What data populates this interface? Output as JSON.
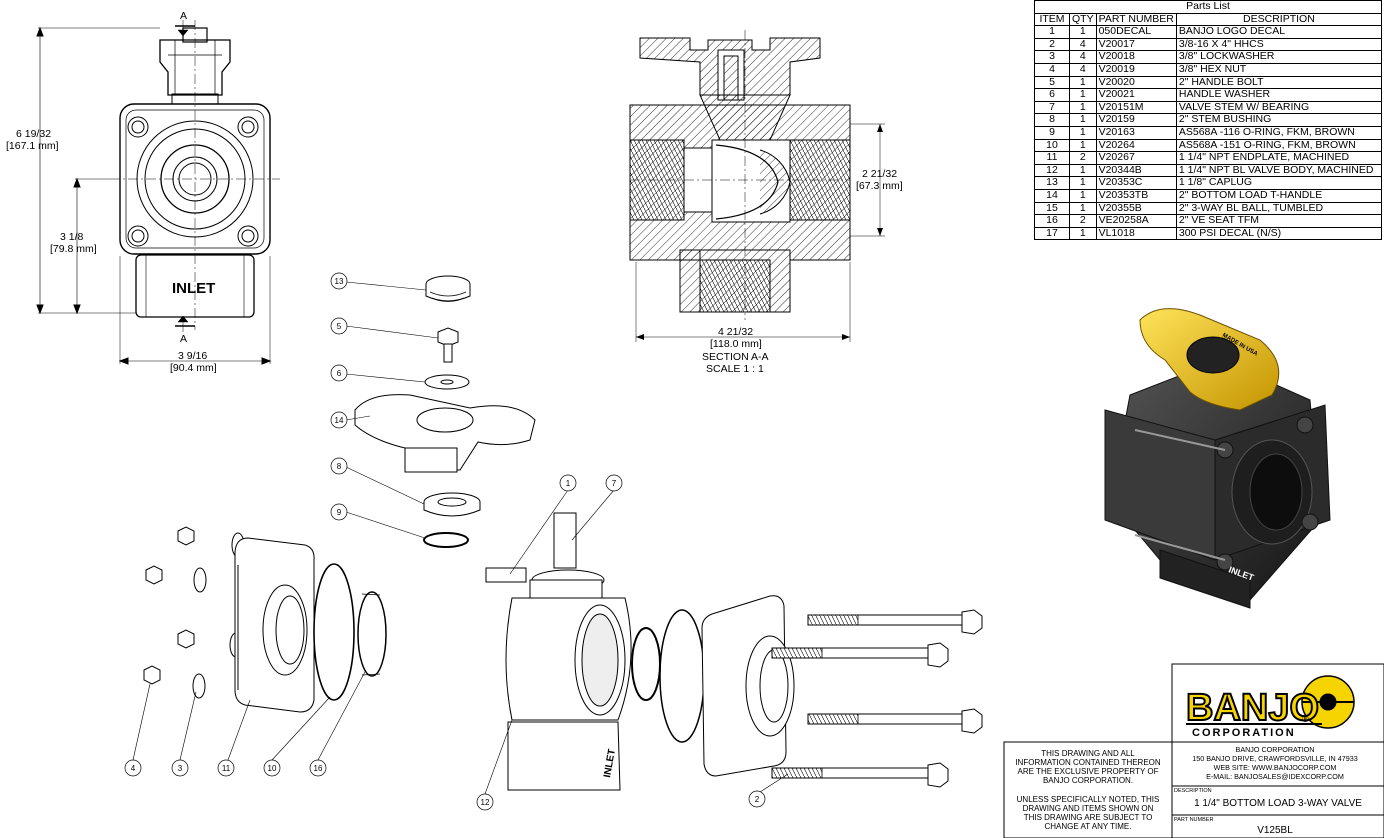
{
  "views": {
    "front": {
      "section_letter_top": "A",
      "section_letter_bottom": "A",
      "inlet_label": "INLET",
      "dim_height": "6 19/32",
      "dim_height_mm": "[167.1 mm]",
      "dim_center": "3 1/8",
      "dim_center_mm": "[79.8 mm]",
      "dim_width": "3 9/16",
      "dim_width_mm": "[90.4 mm]"
    },
    "section": {
      "dim_right": "2 21/32",
      "dim_right_mm": "[67.3 mm]",
      "dim_bottom": "4 21/32",
      "dim_bottom_mm": "[118.0 mm]",
      "title": "SECTION A-A",
      "scale": "SCALE 1 : 1"
    }
  },
  "balloons": [
    "13",
    "5",
    "6",
    "14",
    "8",
    "9",
    "1",
    "7",
    "4",
    "3",
    "11",
    "10",
    "16",
    "12",
    "2"
  ],
  "parts_list": {
    "title": "Parts List",
    "headers": [
      "ITEM",
      "QTY",
      "PART NUMBER",
      "DESCRIPTION"
    ],
    "rows": [
      [
        "1",
        "1",
        "050DECAL",
        "BANJO LOGO DECAL"
      ],
      [
        "2",
        "4",
        "V20017",
        "3/8-16 X 4\" HHCS"
      ],
      [
        "3",
        "4",
        "V20018",
        "3/8\" LOCKWASHER"
      ],
      [
        "4",
        "4",
        "V20019",
        "3/8\" HEX NUT"
      ],
      [
        "5",
        "1",
        "V20020",
        "2\" HANDLE BOLT"
      ],
      [
        "6",
        "1",
        "V20021",
        "HANDLE WASHER"
      ],
      [
        "7",
        "1",
        "V20151M",
        "VALVE STEM W/ BEARING"
      ],
      [
        "8",
        "1",
        "V20159",
        "2\" STEM BUSHING"
      ],
      [
        "9",
        "1",
        "V20163",
        "AS568A -116 O-RING, FKM, BROWN"
      ],
      [
        "10",
        "1",
        "V20264",
        "AS568A -151 O-RING, FKM, BROWN"
      ],
      [
        "11",
        "2",
        "V20267",
        "1 1/4\" NPT ENDPLATE, MACHINED"
      ],
      [
        "12",
        "1",
        "V20344B",
        "1 1/4\" NPT BL VALVE BODY, MACHINED"
      ],
      [
        "13",
        "1",
        "V20353C",
        "1 1/8\" CAPLUG"
      ],
      [
        "14",
        "1",
        "V20353TB",
        "2\" BOTTOM LOAD T-HANDLE"
      ],
      [
        "15",
        "1",
        "V20355B",
        "2\" 3-WAY BL BALL, TUMBLED"
      ],
      [
        "16",
        "2",
        "VE20258A",
        "2\" VE SEAT TFM"
      ],
      [
        "17",
        "1",
        "VL1018",
        "300 PSI DECAL (N/S)"
      ]
    ]
  },
  "title_block": {
    "logo": "BANJO",
    "logo_sub": "CORPORATION",
    "logo_reg": "®",
    "company": "BANJO CORPORATION",
    "address": "150 BANJO DRIVE, CRAWFORDSVILLE, IN 47933",
    "website": "WEB SITE: WWW.BANJOCORP.COM",
    "email": "E-MAIL: BANJOSALES@IDEXCORP.COM",
    "notice1": [
      "THIS DRAWING AND ALL",
      "INFORMATION CONTAINED THEREON",
      "ARE THE EXCLUSIVE PROPERTY OF",
      "BANJO CORPORATION."
    ],
    "notice2": [
      "UNLESS SPECIFICALLY NOTED, THIS",
      "DRAWING AND ITEMS SHOWN ON",
      "THIS DRAWING ARE SUBJECT TO",
      "CHANGE AT ANY TIME."
    ],
    "description_label": "DESCRIPTION",
    "description": "1 1/4\" BOTTOM LOAD 3-WAY VALVE",
    "part_number_label": "PART NUMBER",
    "part_number": "V125BL"
  },
  "render_labels": {
    "handle_text": "MADE IN USA",
    "body_text": "INLET"
  },
  "colors": {
    "handle_yellow": "#f2c200",
    "body_dark": "#2a2a2a",
    "logo_yellow": "#f6d400",
    "line": "#000000"
  }
}
